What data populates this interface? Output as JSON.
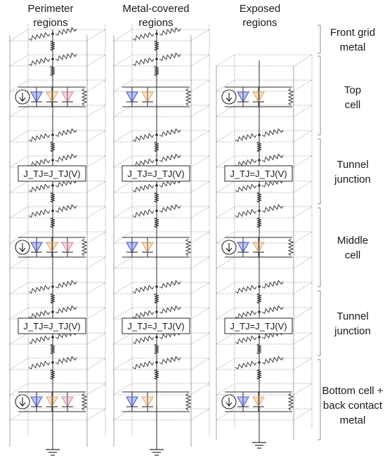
{
  "columns": [
    {
      "heading": "Perimeter\nregions",
      "cells": [
        "source+3diodes",
        "source+3diodes",
        "source+3diodes"
      ]
    },
    {
      "heading": "Metal-covered\nregions",
      "cells": [
        "2diodes",
        "2diodes",
        "2diodes"
      ]
    },
    {
      "heading": "Exposed\nregions",
      "cells": [
        "source+2diodes",
        "source+2diodes",
        "source+2diodes"
      ]
    }
  ],
  "tunnel_junction_label": "J_TJ=J_TJ(V)",
  "layer_labels": {
    "front_grid": "Front grid\nmetal",
    "top_cell": "Top\ncell",
    "tunnel_junction_1": "Tunnel\njunction",
    "middle_cell": "Middle\ncell",
    "tunnel_junction_2": "Tunnel\njunction",
    "bottom_cell": "Bottom cell +\nback contact\nmetal"
  },
  "colors": {
    "wire": "#2a2a2a",
    "grid_dots": "#9a9a9a",
    "diode_blue": "#4a5bd0",
    "diode_orange": "#e3a86a",
    "diode_pink": "#d98ca0",
    "bracket": "#888888"
  }
}
